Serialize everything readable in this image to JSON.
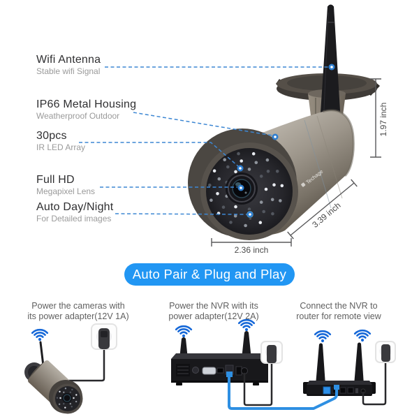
{
  "product": {
    "brand": "Techage"
  },
  "callouts": [
    {
      "title": "Wifi Antenna",
      "subtitle": "Stable wifi Signal"
    },
    {
      "title": "IP66 Metal Housing",
      "subtitle": "Weatherproof Outdoor"
    },
    {
      "title": "30pcs",
      "subtitle": "IR LED Array"
    },
    {
      "title": "Full HD",
      "subtitle": "Megapixel Lens"
    },
    {
      "title": "Auto Day/Night",
      "subtitle": "For Detailed images"
    }
  ],
  "dimensions": {
    "height": "1.97 inch",
    "length": "3.39 inch",
    "width": "2.36 inch"
  },
  "banner": {
    "label": "Auto Pair & Plug and Play"
  },
  "steps": [
    {
      "line1": "Power the cameras with",
      "line2": "its power adapter(12V 1A)"
    },
    {
      "line1": "Power the NVR with its",
      "line2": "power adapter(12V 2A)"
    },
    {
      "line1": "Connect the NVR to",
      "line2": "router for remote view"
    }
  ],
  "colors": {
    "banner_bg": "#2196f3",
    "callout_line": "#3d87d3",
    "wifi_icon": "#1668d8",
    "ethernet_cable": "#2e8fe2",
    "camera_body": "#a59e93",
    "text_primary": "#2f2f31",
    "text_secondary": "#9a9a9a"
  }
}
